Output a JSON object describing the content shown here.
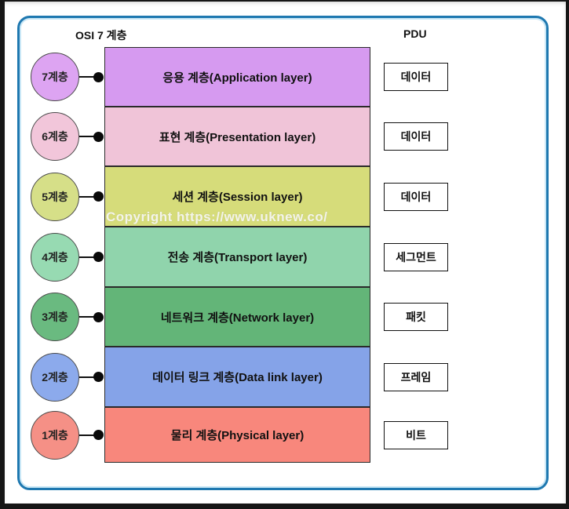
{
  "header": {
    "left_title": "OSI 7 계층",
    "right_title": "PDU"
  },
  "watermark": "Copyright https://www.uknew.co/",
  "colors": {
    "panel_border": "#1e78b0",
    "connector": "#0a0a0a"
  },
  "layers": [
    {
      "num_label": "7계층",
      "name": "응용 계층(Application layer)",
      "pdu": "데이터",
      "color": "#d69af0",
      "circle_color": "#dda4f2"
    },
    {
      "num_label": "6계층",
      "name": "표현 계층(Presentation layer)",
      "pdu": "데이터",
      "color": "#f0c4d8",
      "circle_color": "#f2c6da"
    },
    {
      "num_label": "5계층",
      "name": "세션 계층(Session layer)",
      "pdu": "데이터",
      "color": "#d6dc7a",
      "circle_color": "#d6df88"
    },
    {
      "num_label": "4계층",
      "name": "전송 계층(Transport layer)",
      "pdu": "세그먼트",
      "color": "#90d4ac",
      "circle_color": "#97dab2"
    },
    {
      "num_label": "3계층",
      "name": "네트워크 계층(Network layer)",
      "pdu": "패킷",
      "color": "#63b578",
      "circle_color": "#6aba80"
    },
    {
      "num_label": "2계층",
      "name": "데이터 링크 계층(Data link layer)",
      "pdu": "프레임",
      "color": "#85a3e8",
      "circle_color": "#8caaec"
    },
    {
      "num_label": "1계층",
      "name": "물리 계층(Physical layer)",
      "pdu": "비트",
      "color": "#f8877c",
      "circle_color": "#f59086"
    }
  ]
}
